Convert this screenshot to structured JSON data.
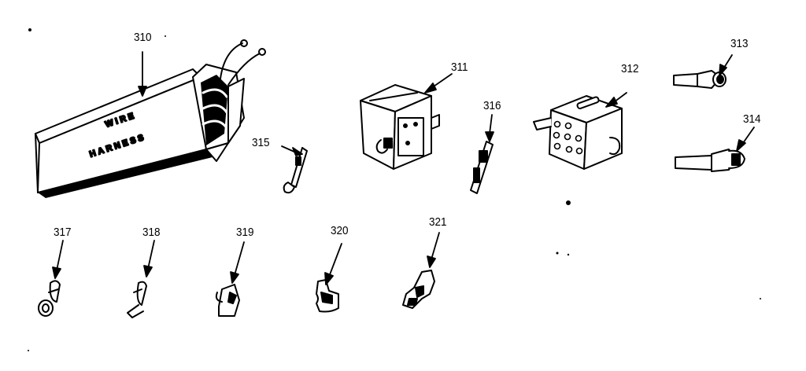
{
  "diagram": {
    "labels": {
      "wire_harness": "310",
      "connector_block": "311",
      "connector_housing": "312",
      "terminal_313": "313",
      "terminal_314": "314",
      "terminal_315": "315",
      "terminal_316": "316",
      "terminal_317": "317",
      "terminal_318": "318",
      "terminal_319": "319",
      "terminal_320": "320",
      "terminal_321": "321"
    },
    "box_text": {
      "line1": "WIRE",
      "line2": "HARNESS"
    },
    "style": {
      "ink": "#000000",
      "paper": "#ffffff"
    }
  }
}
